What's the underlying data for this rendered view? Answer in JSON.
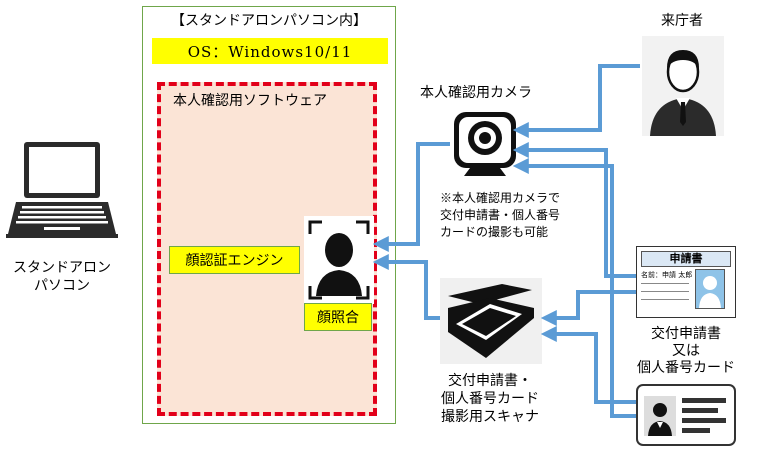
{
  "standalone_pc": {
    "title": "【スタンドアロンパソコン内】",
    "os": "OS：Windows10/11"
  },
  "software": {
    "title": "本人確認用ソフトウェア",
    "engine": "顔認証エンジン",
    "match": "顔照合"
  },
  "laptop": {
    "line1": "スタンドアロン",
    "line2": "パソコン"
  },
  "camera": {
    "label": "本人確認用カメラ",
    "note_line1": "※本人確認用カメラで",
    "note_line2": "交付申請書・個人番号",
    "note_line3": "カードの撮影も可能"
  },
  "visitor": {
    "label": "来庁者"
  },
  "scanner": {
    "line1": "交付申請書・",
    "line2": "個人番号カード",
    "line3": "撮影用スキャナ"
  },
  "documents": {
    "line1": "交付申請書",
    "line2": "又は",
    "line3": "個人番号カード",
    "form_header": "申請書",
    "form_name": "名前：申請 太郎"
  },
  "colors": {
    "arrow": "#5b9bd5",
    "dashed": "#e2001a",
    "border": "#6fa64a",
    "highlight": "#ffff00"
  }
}
